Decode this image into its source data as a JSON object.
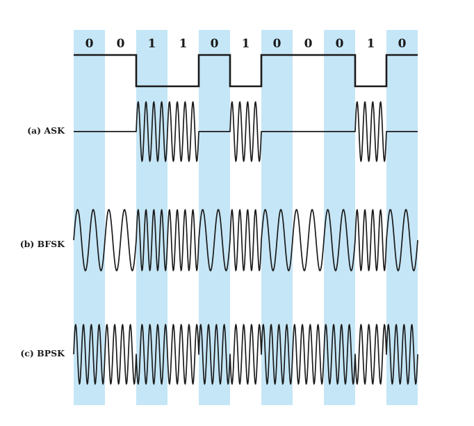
{
  "bits": [
    "0",
    "0",
    "1",
    "1",
    "0",
    "1",
    "0",
    "0",
    "0",
    "1",
    "0"
  ],
  "labels": {
    "ask": "(a) ASK",
    "bfsk": "(b) BFSK",
    "bpsk": "(c) BPSK"
  },
  "colors": {
    "stripe": "#c5e6f6",
    "line": "#1a1a1a"
  },
  "signal": {
    "ask_cycles_per_bit_on": 4,
    "bfsk_cycles_per_bit_0": 2,
    "bfsk_cycles_per_bit_1": 4,
    "bpsk_cycles_per_bit": 4
  }
}
